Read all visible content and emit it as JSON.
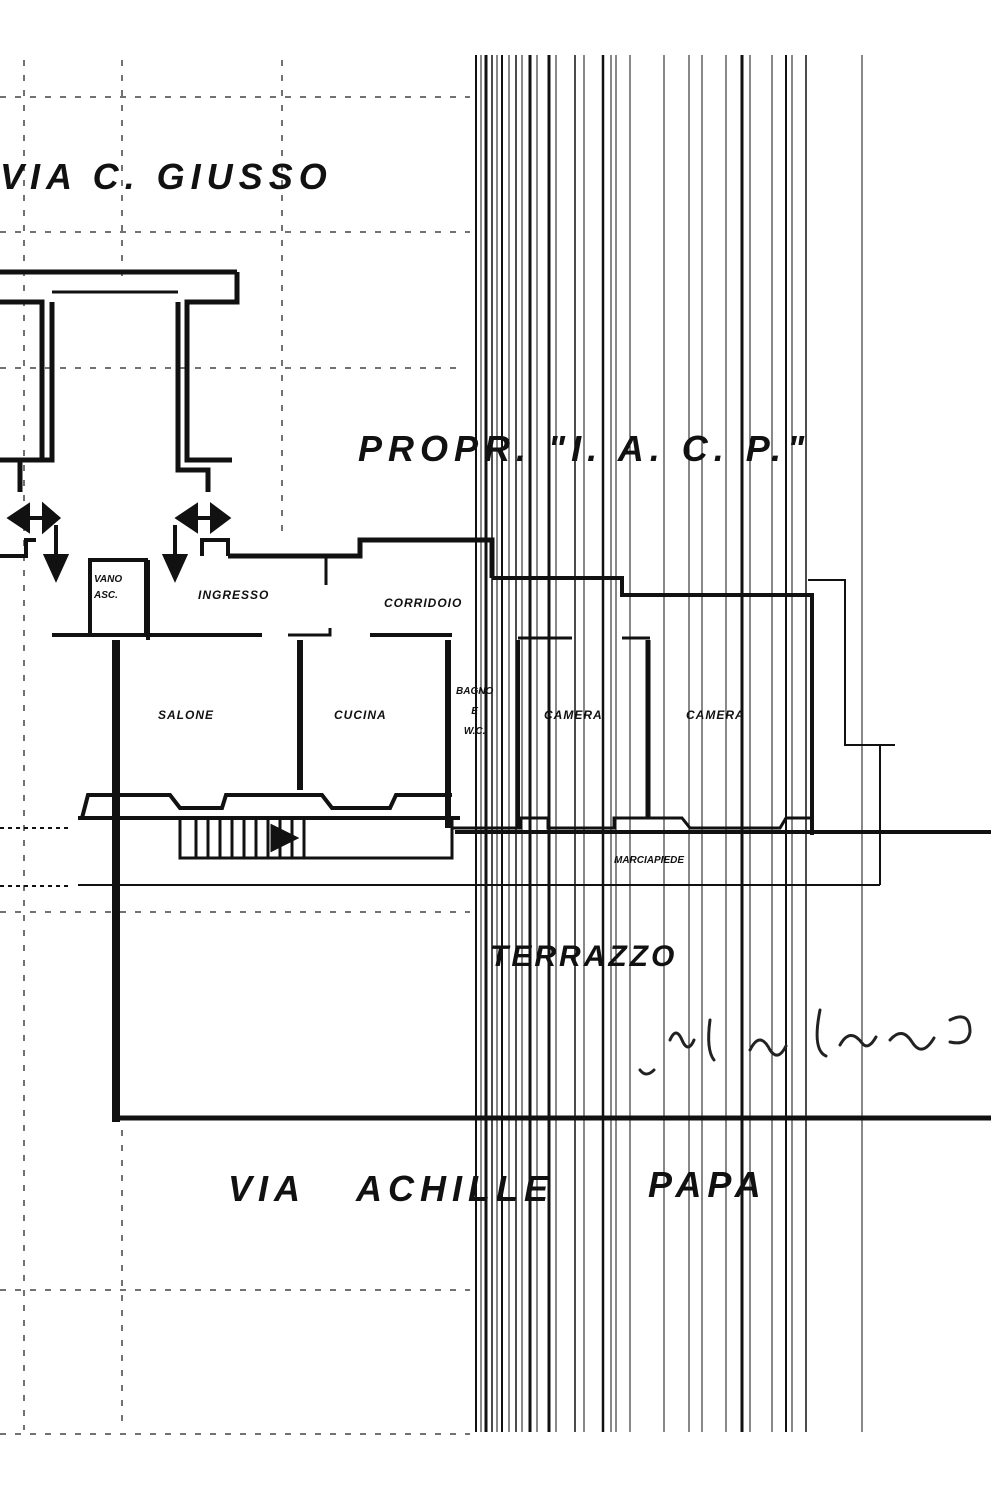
{
  "labels": {
    "street_top": "VIA C. GIUSSO",
    "owner": "PROPR. \"I. A. C. P.\"",
    "corridoio": "CORRIDOIO",
    "ingresso": "INGRESSO",
    "vano_asc": "VANO\nASC.",
    "bagno": "BAGNO\nE\nW.C.",
    "camera_1": "CAMERA",
    "camera_2": "CAMERA",
    "cucina": "CUCINA",
    "salone": "SALONE",
    "marciapiede": "MARCIAPIEDE",
    "terrazzo": "TERRAZZO",
    "street_bottom_1": "VIA",
    "street_bottom_2": "ACHILLE",
    "street_bottom_3": "PAPA"
  },
  "signature": "scribbled handwriting",
  "colors": {
    "ink": "#111111",
    "paper": "#ffffff"
  }
}
